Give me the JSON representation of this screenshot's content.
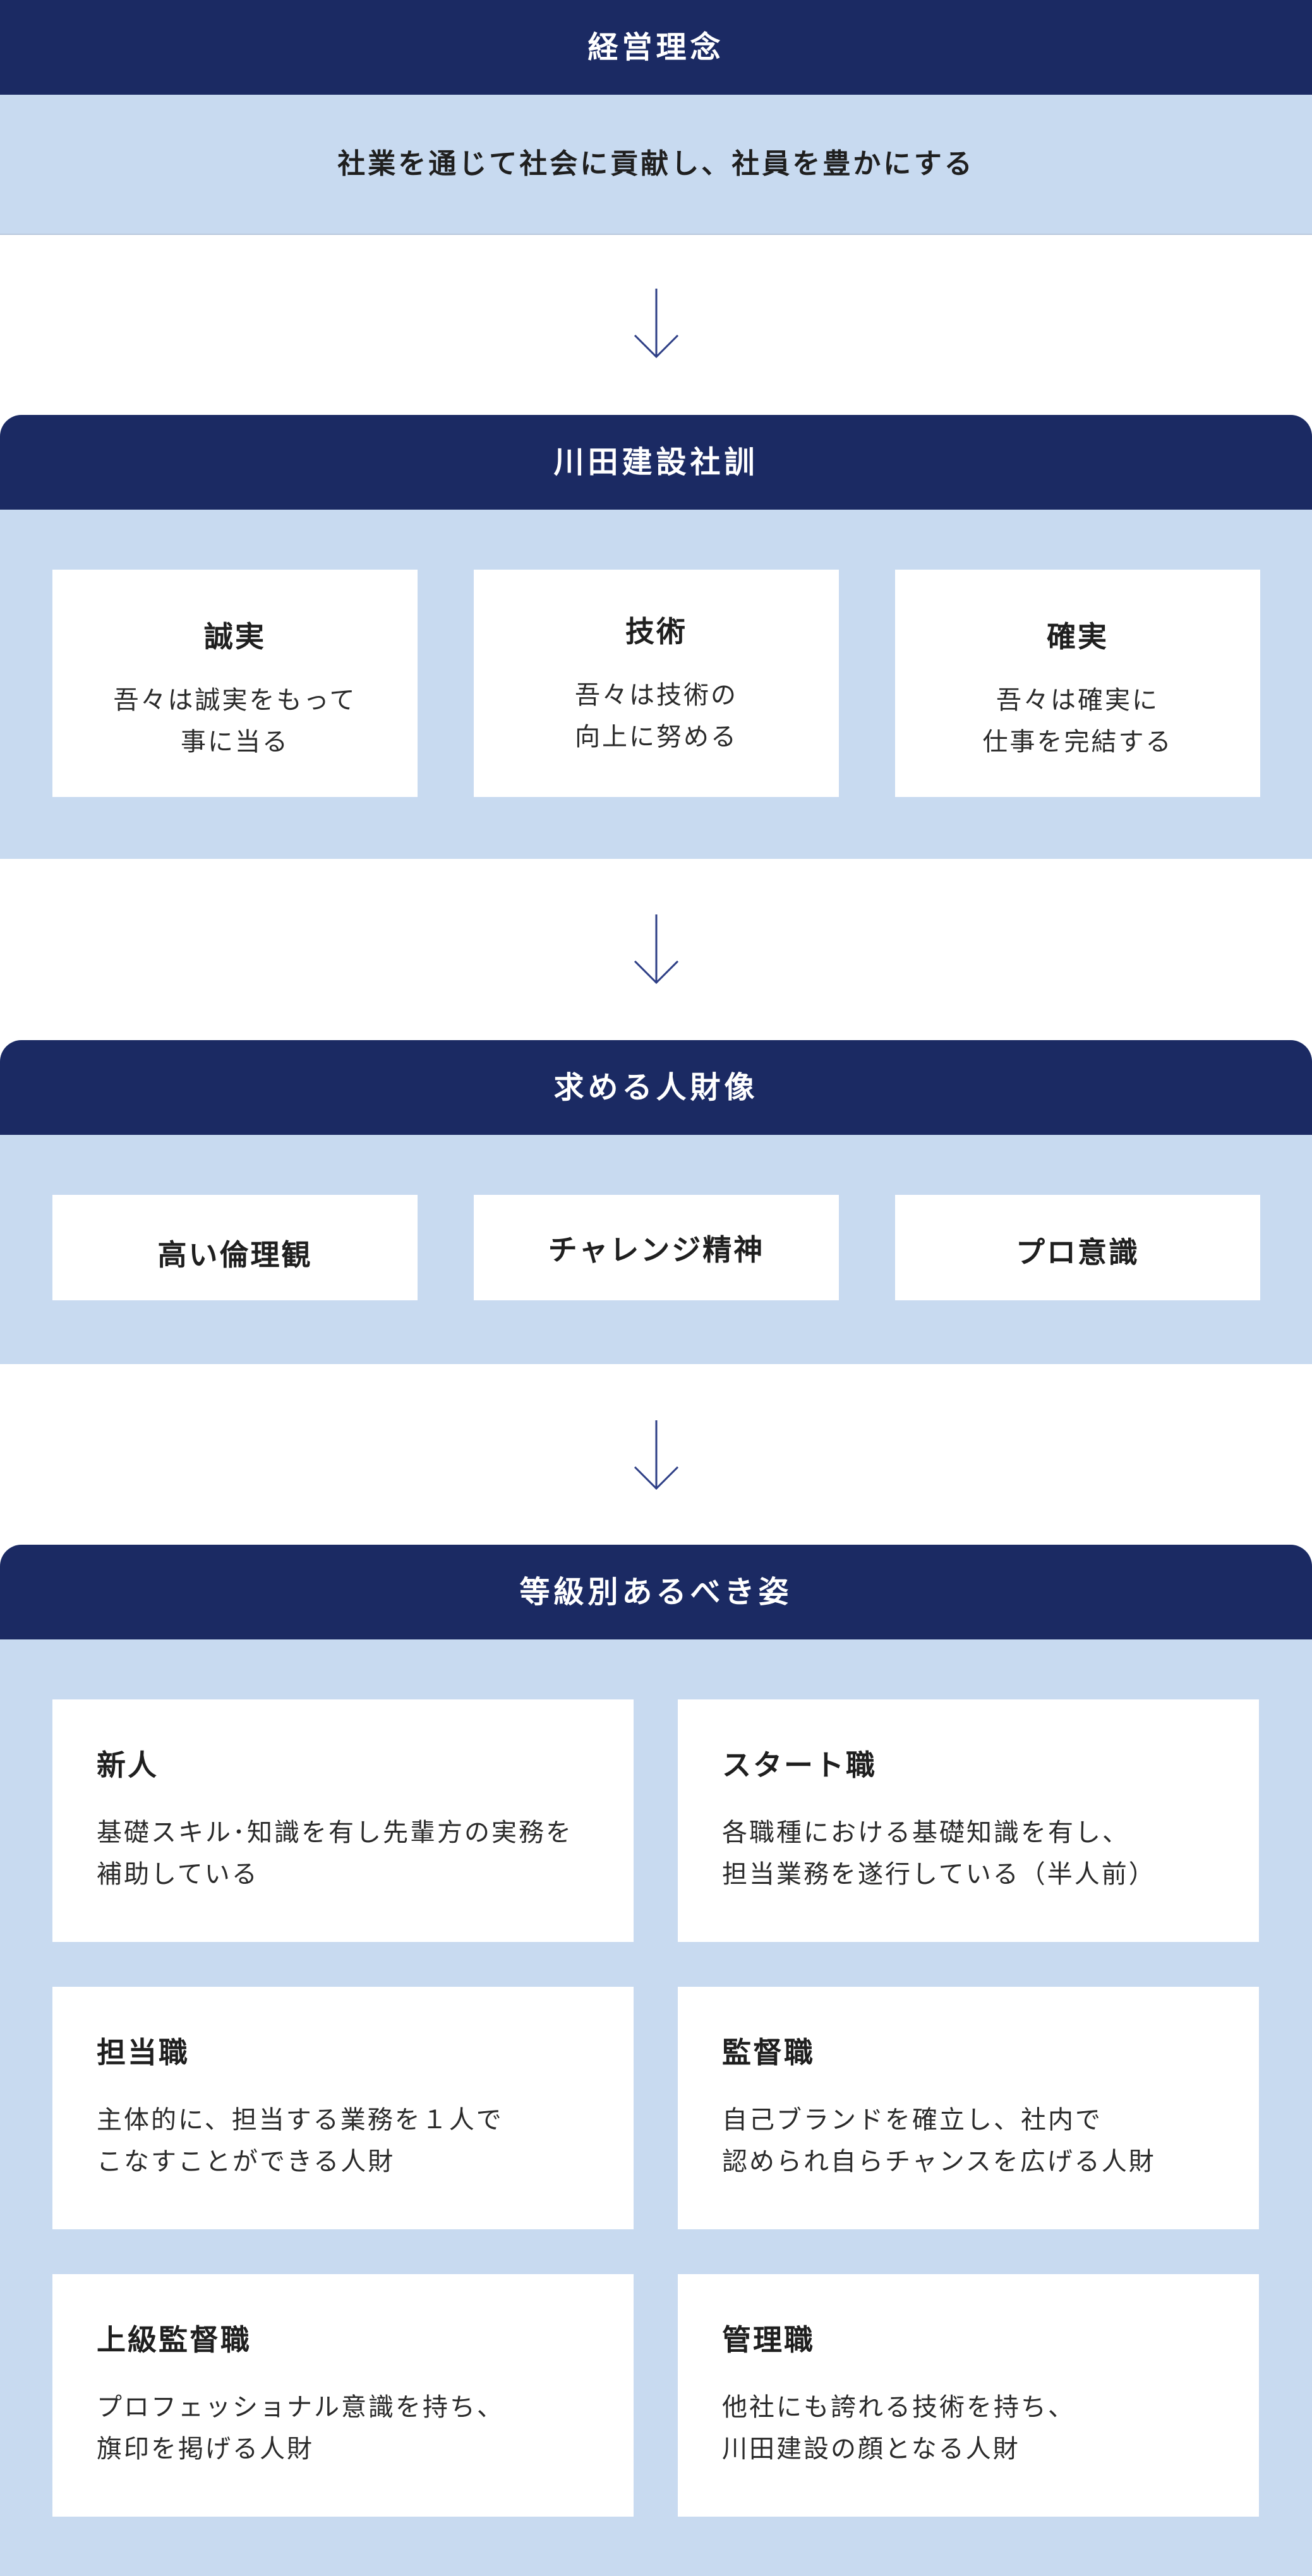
{
  "philosophy": {
    "header": "経営理念",
    "text": "社業を通じて社会に貢献し、社員を豊かにする"
  },
  "motto": {
    "header": "川田建設社訓",
    "cards": [
      {
        "title": "誠実",
        "line1": "吾々は誠実をもって",
        "line2": "事に当る"
      },
      {
        "title": "技術",
        "line1": "吾々は技術の",
        "line2": "向上に努める"
      },
      {
        "title": "確実",
        "line1": "吾々は確実に",
        "line2": "仕事を完結する"
      }
    ]
  },
  "talent": {
    "header": "求める人財像",
    "items": [
      "高い倫理観",
      "チャレンジ精神",
      "プロ意識"
    ]
  },
  "grades": {
    "header": "等級別あるべき姿",
    "cards": [
      {
        "title": "新人",
        "line1": "基礎スキル･知識を有し先輩方の実務を",
        "line2": "補助している"
      },
      {
        "title": "スタート職",
        "line1": "各職種における基礎知識を有し、",
        "line2": "担当業務を遂行している（半人前）"
      },
      {
        "title": "担当職",
        "line1": "主体的に、担当する業務を１人で",
        "line2": "こなすことができる人財"
      },
      {
        "title": "監督職",
        "line1": "自己ブランドを確立し、社内で",
        "line2": "認められ自らチャンスを広げる人財"
      },
      {
        "title": "上級監督職",
        "line1": "プロフェッショナル意識を持ち、",
        "line2": "旗印を掲げる人財"
      },
      {
        "title": "管理職",
        "line1": "他社にも誇れる技術を持ち、",
        "line2": "川田建設の顔となる人財"
      }
    ]
  },
  "colors": {
    "header_bg": "#1b2a63",
    "section_bg": "#c8daf0",
    "card_bg": "#ffffff",
    "arrow": "#2e3f86"
  },
  "icons": {
    "flow_arrow": "arrow-down-icon"
  }
}
